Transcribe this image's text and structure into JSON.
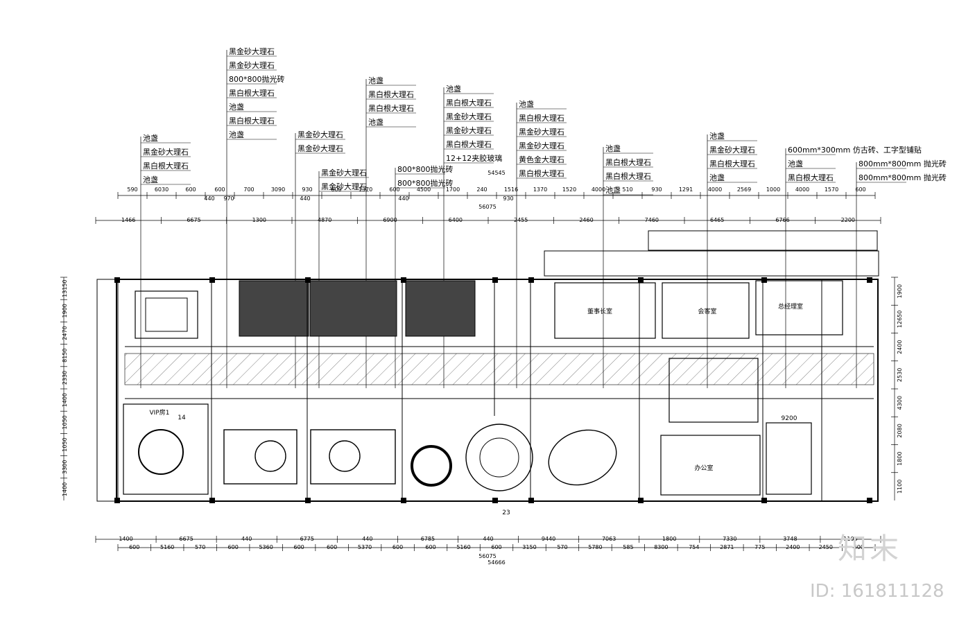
{
  "callouts": [
    {
      "col": "c1",
      "lines": [
        "池盏",
        "黑金砂大理石",
        "黑白根大理石",
        "池盏"
      ]
    },
    {
      "col": "c2",
      "lines": [
        "黑金砂大理石",
        "黑金砂大理石",
        "800*800抛光砖",
        "黑白根大理石",
        "池盏",
        "黑白根大理石",
        "池盏"
      ]
    },
    {
      "col": "c3",
      "lines": [
        "黑金砂大理石",
        "黑金砂大理石"
      ]
    },
    {
      "col": "c4",
      "lines": [
        "黑金砂大理石",
        "黑金砂大理石"
      ]
    },
    {
      "col": "c5",
      "lines": [
        "池盏",
        "黑白根大理石",
        "黑白根大理石",
        "池盏"
      ]
    },
    {
      "col": "c6",
      "lines": [
        "800*800抛光砖",
        "800*800抛光砖"
      ]
    },
    {
      "col": "c7",
      "lines": [
        "池盏",
        "黑白根大理石",
        "黑金砂大理石",
        "黑金砂大理石",
        "黑白根大理石",
        "12+12夹胶玻璃"
      ]
    },
    {
      "col": "c8",
      "lines": [
        "池盏",
        "黑白根大理石",
        "黑金砂大理石",
        "黑金砂大理石",
        "黄色金大理石",
        "黑白根大理石"
      ]
    },
    {
      "col": "c9",
      "lines": [
        "池盏",
        "黑白根大理石",
        "黑白根大理石",
        "池盏"
      ]
    },
    {
      "col": "c10",
      "lines": [
        "池盏",
        "黑金砂大理石",
        "黑白根大理石",
        "池盏"
      ]
    },
    {
      "col": "c11",
      "lines": [
        "600mm*300mm 仿古砖、工字型铺贴",
        "池盏",
        "黑白根大理石"
      ]
    },
    {
      "col": "c12",
      "lines": [
        "800mm*800mm 抛光砖",
        "800mm*800mm 抛光砖"
      ]
    }
  ],
  "dims_top1": [
    "590",
    "6030",
    "600",
    "600",
    "700",
    "3090",
    "930",
    "600",
    "1370",
    "600",
    "4500",
    "1700",
    "240",
    "1516",
    "1370",
    "1520",
    "4000",
    "510",
    "930",
    "1291",
    "4000",
    "2569",
    "1000",
    "4000",
    "1570",
    "600"
  ],
  "dims_top1b": [
    "440",
    "970",
    "440",
    "440",
    "930"
  ],
  "dims_top_total": "54545",
  "dims_top2": [
    "1466",
    "6675",
    "1300",
    "4870",
    "6900",
    "6400",
    "2455",
    "2460",
    "7460",
    "6465",
    "6766",
    "2200"
  ],
  "dims_top2_total": "56075",
  "dims_bot1": [
    "1400",
    "6675",
    "440",
    "6775",
    "440",
    "6785",
    "440",
    "9440",
    "7063",
    "1800",
    "7330",
    "3748",
    "1100"
  ],
  "dims_bot2": [
    "600",
    "5160",
    "570",
    "600",
    "5360",
    "600",
    "600",
    "5370",
    "600",
    "600",
    "5160",
    "600",
    "3150",
    "570",
    "5780",
    "585",
    "8300",
    "754",
    "2871",
    "775",
    "2400",
    "2450",
    "600"
  ],
  "dims_bot_total": "56075",
  "dims_bot_total2": "54666",
  "dims_left": [
    "13150",
    "1900",
    "2470",
    "8150",
    "2330",
    "1400",
    "1050",
    "1050",
    "3300",
    "1400"
  ],
  "dims_right": [
    "1900",
    "12650",
    "2400",
    "2530",
    "4300",
    "2080",
    "1800",
    "1100"
  ],
  "rooms": [
    {
      "id": "vip",
      "label": "VIP房1"
    },
    {
      "id": "office1",
      "label": "董事长室"
    },
    {
      "id": "office2",
      "label": "会客室"
    },
    {
      "id": "office3",
      "label": "总经理室"
    },
    {
      "id": "office4",
      "label": "办公室"
    },
    {
      "id": "markA",
      "label": "14"
    },
    {
      "id": "markB",
      "label": "23"
    },
    {
      "id": "kitchen",
      "label": "9200"
    }
  ],
  "watermark": {
    "logo": "知末",
    "id": "ID: 161811128"
  }
}
